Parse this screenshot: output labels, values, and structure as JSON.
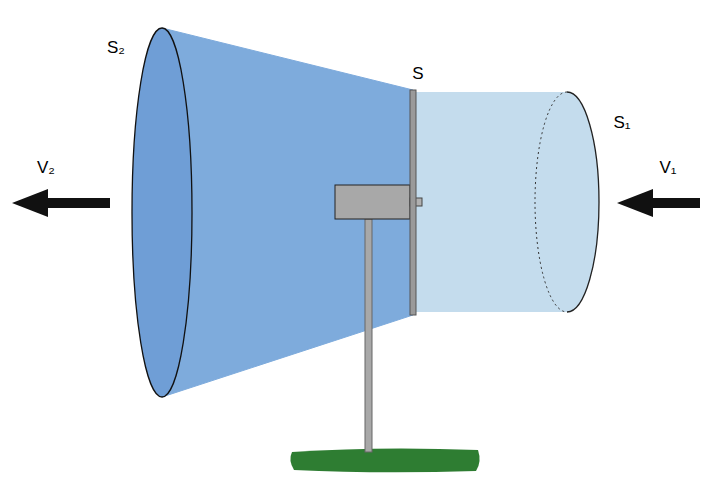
{
  "diagram": {
    "labels": [
      "S₂",
      "S",
      "S₁",
      "V₂",
      "V₁"
    ]
  }
}
